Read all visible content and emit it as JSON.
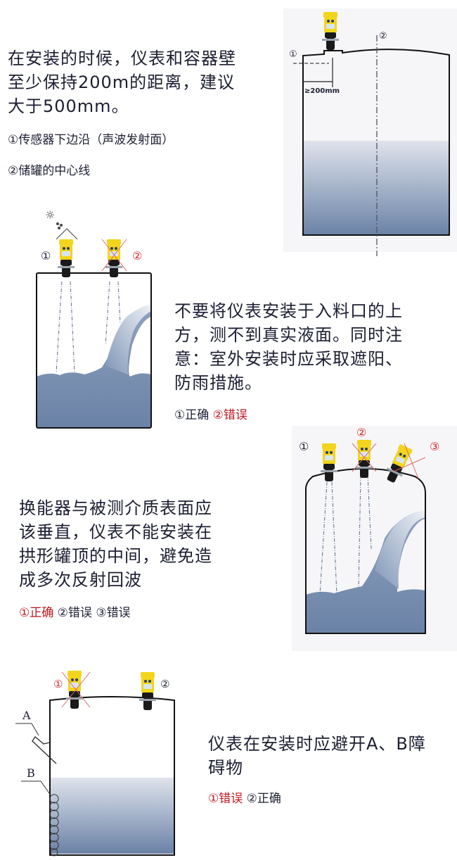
{
  "section1": {
    "lines": [
      "在安装的时候，仪表和容器壁",
      "至少保持200m的距离，建议",
      "大于500mm。"
    ],
    "note1": "①传感器下边沿（声波发射面）",
    "note2": "②储罐的中心线",
    "diagram": {
      "label1": "①",
      "label2": "②",
      "dimension": "≥200mm"
    }
  },
  "section2": {
    "lines": [
      "不要将仪表安装于入料口的上",
      "方，测不到真实液面。同时注",
      "意：室外安装时应采取遮阳、",
      "防雨措施。"
    ],
    "status": [
      {
        "mark": "①",
        "text": "正确",
        "color": "#1c1f33"
      },
      {
        "mark": "②",
        "text": "错误",
        "color": "#c0171f"
      }
    ],
    "diagram": {
      "label1": "①",
      "label2": "②",
      "sun_icon": "☼"
    }
  },
  "section3": {
    "lines": [
      "换能器与被测介质表面应",
      "该垂直，仪表不能安装在",
      "拱形罐顶的中间，避免造",
      "成多次反射回波"
    ],
    "status": [
      {
        "mark": "①",
        "text": "正确",
        "color": "#c0171f"
      },
      {
        "mark": "②",
        "text": "错误",
        "color": "#1c1f33"
      },
      {
        "mark": "③",
        "text": "错误",
        "color": "#1c1f33"
      }
    ],
    "diagram": {
      "label1": "①",
      "label2": "②",
      "label3": "③"
    }
  },
  "section4": {
    "lines": [
      "仪表在安装时应避开A、B障",
      "碍物"
    ],
    "status": [
      {
        "mark": "①",
        "text": "错误",
        "color": "#c0171f"
      },
      {
        "mark": "②",
        "text": "正确",
        "color": "#1c1f33"
      }
    ],
    "diagram": {
      "label1": "①",
      "label2": "②",
      "labelA": "A",
      "labelB": "B"
    }
  },
  "colors": {
    "text": "#1c1f33",
    "error_red": "#c0171f",
    "sensor_yellow": "#f2d51c",
    "sensor_black": "#1a1a1a",
    "liquid_light": "#dfe3ec",
    "liquid_dark": "#6a82a6",
    "tank_line": "#111111"
  }
}
